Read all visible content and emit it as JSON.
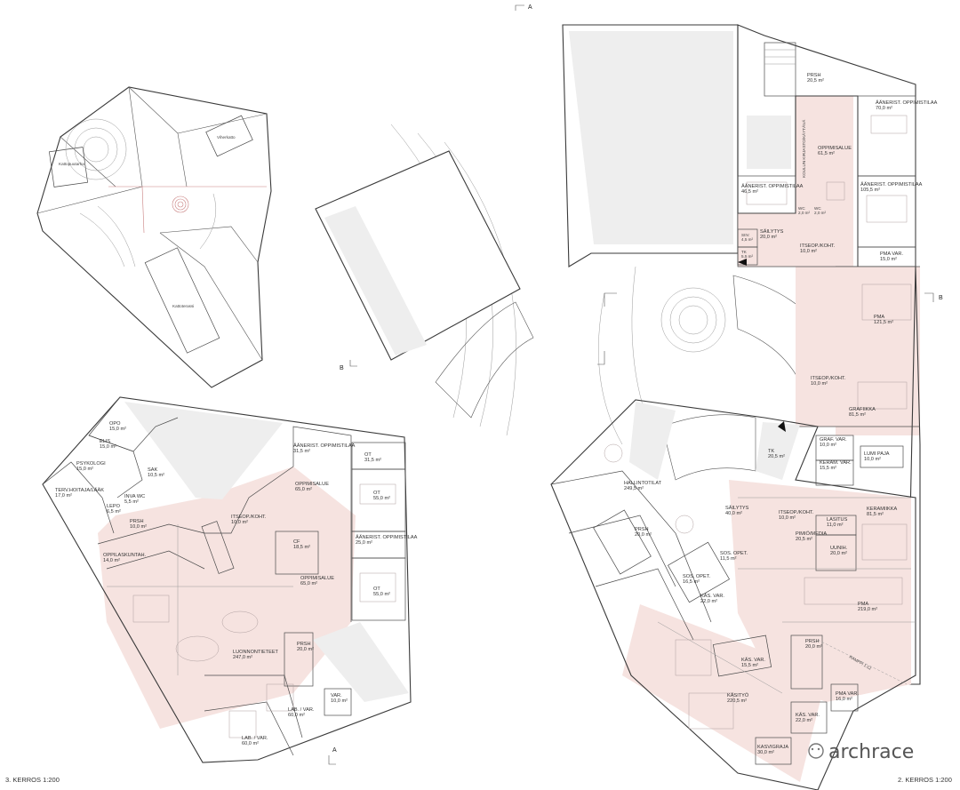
{
  "captions": {
    "floor3": "3. KERROS 1:200",
    "floor2": "2. KERROS 1:200"
  },
  "section_marks": {
    "a": "A",
    "b": "B"
  },
  "watermark": "archrace",
  "roof_labels": [
    "Kattopuutarha",
    "Viherkatto",
    "Kattoterassi"
  ],
  "floor3_rooms": [
    {
      "name": "OPO",
      "area": "15,0 m²"
    },
    {
      "name": "ELIS",
      "area": "15,0 m²"
    },
    {
      "name": "PSYKOLOGI",
      "area": "15,0 m²"
    },
    {
      "name": "SAK",
      "area": "10,5 m²"
    },
    {
      "name": "TERV.HOITAJA/LÄÄK",
      "area": "17,0 m²"
    },
    {
      "name": "LEPO",
      "area": "6,5 m²"
    },
    {
      "name": "INVA WC",
      "area": "5,5 m²"
    },
    {
      "name": "PRSH",
      "area": "10,0 m²"
    },
    {
      "name": "OPPILASKUNTAH.",
      "area": "14,0 m²"
    },
    {
      "name": "ÄÄNERIST. OPPIMISTILAA",
      "area": "31,5 m²"
    },
    {
      "name": "OT",
      "area": "31,5 m²"
    },
    {
      "name": "OPPIMISALUE",
      "area": "65,0 m²"
    },
    {
      "name": "OT",
      "area": "55,0 m²"
    },
    {
      "name": "ITSEOP./KOHT.",
      "area": "10,0 m²"
    },
    {
      "name": "ÄÄNERIST. OPPIMISTILAA",
      "area": "25,0 m²"
    },
    {
      "name": "CF",
      "area": "18,5 m²"
    },
    {
      "name": "OPPIMISALUE",
      "area": "65,0 m²"
    },
    {
      "name": "OT",
      "area": "55,0 m²"
    },
    {
      "name": "LUONNONTIETEET",
      "area": "247,0 m²"
    },
    {
      "name": "PRSH",
      "area": "20,0 m²"
    },
    {
      "name": "VAR.",
      "area": "10,0 m²"
    },
    {
      "name": "LAB. / VAR.",
      "area": "60,0 m²"
    },
    {
      "name": "LAB. / VAR.",
      "area": "60,0 m²"
    }
  ],
  "floor2_rooms": [
    {
      "name": "PRSH",
      "area": "20,5 m²"
    },
    {
      "name": "ÄÄNERIST. OPPIMISTILAA",
      "area": "70,0 m²"
    },
    {
      "name": "KOULUN KIRJASTO/KÄYTÄVÄ",
      "area": ""
    },
    {
      "name": "OPPIMISALUE",
      "area": "61,5 m²"
    },
    {
      "name": "ÄÄNERIST. OPPIMISTILAA",
      "area": "46,5 m²"
    },
    {
      "name": "ÄÄNERIST. OPPIMISTILAA",
      "area": "105,5 m²"
    },
    {
      "name": "WC",
      "area": "2,0 m²"
    },
    {
      "name": "WC",
      "area": "2,0 m²"
    },
    {
      "name": "SIIV.",
      "area": "4,5 m²"
    },
    {
      "name": "SÄILYTYS",
      "area": "20,0 m²"
    },
    {
      "name": "ITSEOP./KOHT.",
      "area": "10,0 m²"
    },
    {
      "name": "TK",
      "area": "5,5 m²"
    },
    {
      "name": "PMA VAR.",
      "area": "15,0 m²"
    },
    {
      "name": "PMA",
      "area": "121,5 m²"
    },
    {
      "name": "ITSEOP./KOHT.",
      "area": "10,0 m²"
    },
    {
      "name": "GRAFIIKKA",
      "area": "81,5 m²"
    },
    {
      "name": "HALLINTOTILAT",
      "area": "249,5 m²"
    },
    {
      "name": "TK",
      "area": "20,5 m²"
    },
    {
      "name": "GRAF. VAR.",
      "area": "10,0 m²"
    },
    {
      "name": "KERAM. VAR.",
      "area": "15,5 m²"
    },
    {
      "name": "LUMI PAJA",
      "area": "10,0 m²"
    },
    {
      "name": "SÄILYTYS",
      "area": "40,0 m²"
    },
    {
      "name": "ITSEOP./KOHT.",
      "area": "10,0 m²"
    },
    {
      "name": "KERAMIIKKA",
      "area": "81,5 m²"
    },
    {
      "name": "LASITUS",
      "area": "11,0 m²"
    },
    {
      "name": "PRSH",
      "area": "20,0 m²"
    },
    {
      "name": "PIMIÖ/MEDIA",
      "area": "20,5 m²"
    },
    {
      "name": "UUNIH.",
      "area": "20,0 m²"
    },
    {
      "name": "SOS. OPET.",
      "area": "16,5 m²"
    },
    {
      "name": "SOS. OPET.",
      "area": "11,5 m²"
    },
    {
      "name": "KÄS. VAR.",
      "area": "22,0 m²"
    },
    {
      "name": "PMA",
      "area": "219,0 m²"
    },
    {
      "name": "PRSH",
      "area": "20,0 m²"
    },
    {
      "name": "KÄS. VAR.",
      "area": "15,5 m²"
    },
    {
      "name": "KÄSITYÖ",
      "area": "220,5 m²"
    },
    {
      "name": "PMA VAR.",
      "area": "16,0 m²"
    },
    {
      "name": "KÄS. VAR.",
      "area": "22,0 m²"
    },
    {
      "name": "KASVIGRAJA",
      "area": "30,0 m²"
    }
  ],
  "ramp_label": "RAMPPI 1:12"
}
